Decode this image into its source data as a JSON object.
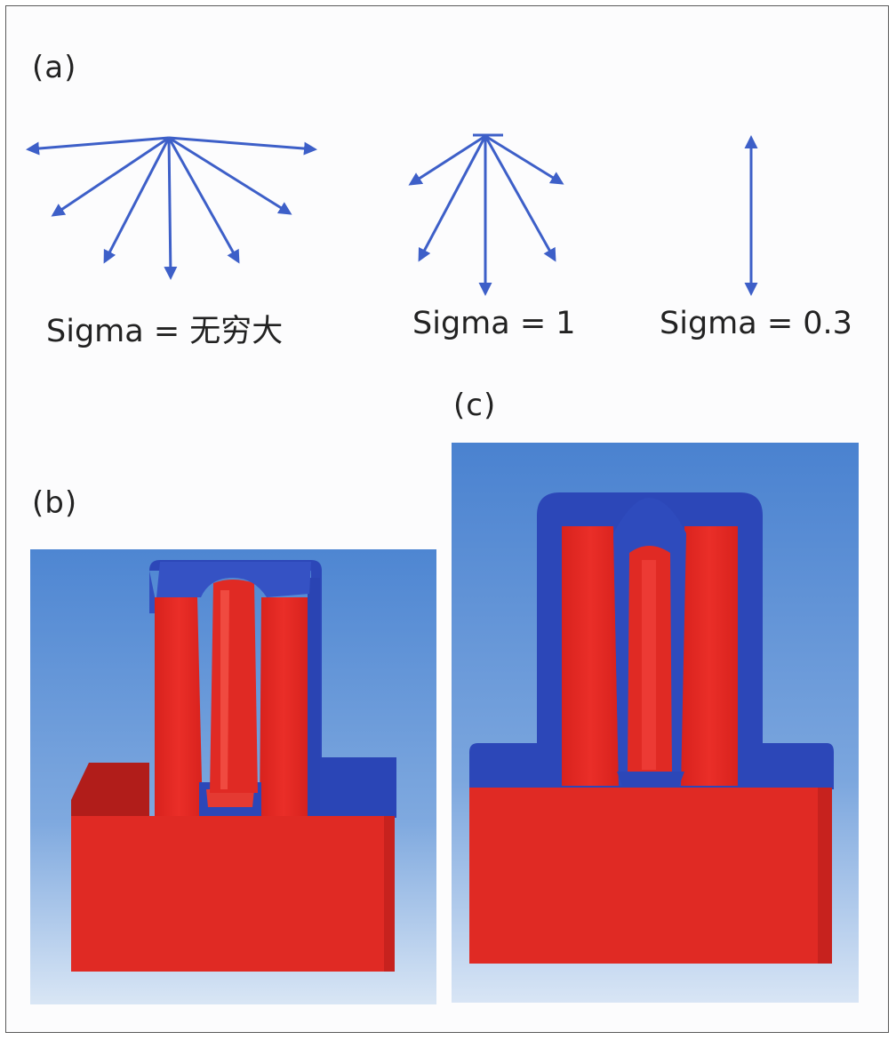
{
  "figure": {
    "panel_a": {
      "label": "(a)",
      "captions": [
        "Sigma = 无穷大",
        "Sigma = 1",
        "Sigma = 0.3"
      ]
    },
    "panel_b": {
      "label": "(b)"
    },
    "panel_c": {
      "label": "(c)"
    }
  },
  "colors": {
    "arrow": "#3d5fc8",
    "part_red": "#e02a24",
    "part_red_dark": "#b11d1a",
    "coating_blue": "#2c47b8",
    "background_blue": "#5b8fd6",
    "background_light": "#dce8f6"
  }
}
